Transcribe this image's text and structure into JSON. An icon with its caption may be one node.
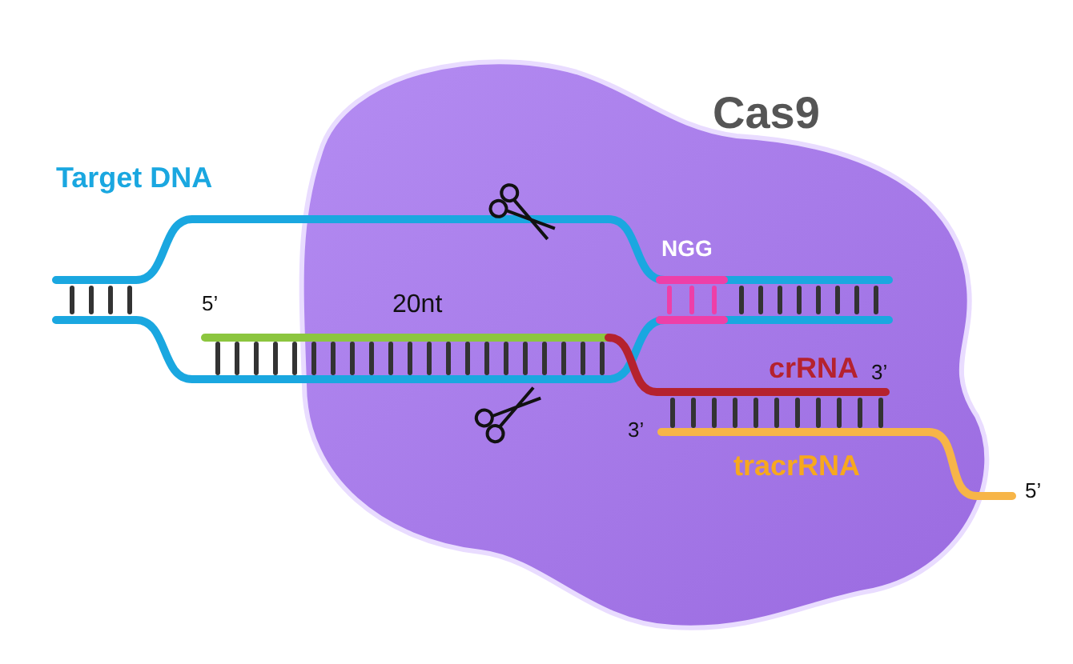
{
  "diagram": {
    "labels": [
      "Cas9",
      "Target DNA",
      "NGG",
      "5’",
      "20nt",
      "crRNA",
      "3’",
      "3’",
      "tracrRNA",
      "5’"
    ]
  }
}
